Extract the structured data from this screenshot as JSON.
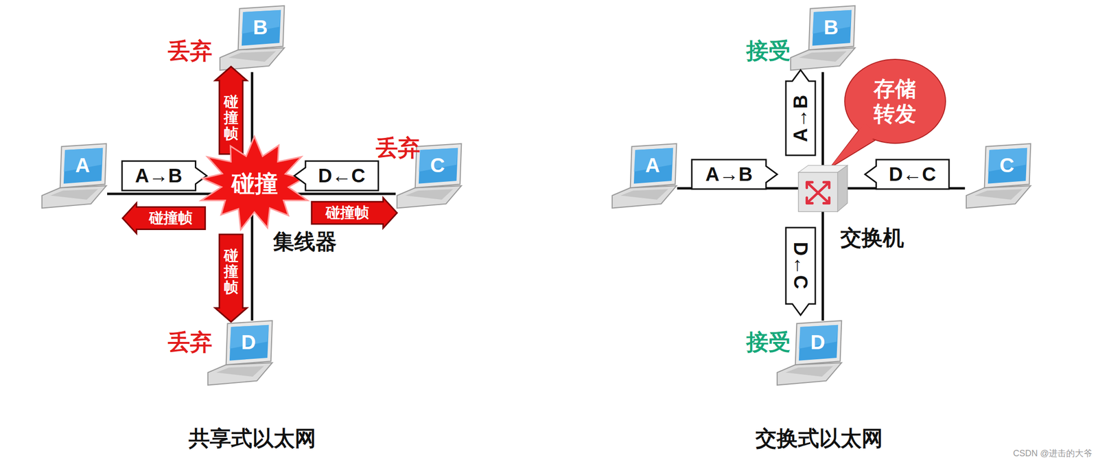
{
  "diagram": {
    "nodes": [
      {
        "text": [
          "B"
        ]
      },
      {
        "text": [
          "碰撞帧"
        ]
      },
      {
        "text": [
          "A"
        ]
      },
      {
        "text": [
          "A→B"
        ]
      },
      {
        "text": [
          "碰撞"
        ]
      },
      {
        "text": [
          "D←C"
        ]
      },
      {
        "text": [
          "C"
        ]
      },
      {
        "text": [
          "碰撞帧"
        ]
      },
      {
        "text": [
          "碰撞帧"
        ]
      },
      {
        "text": [
          "集线器"
        ]
      },
      {
        "text": [
          "碰撞帧"
        ]
      },
      {
        "text": [
          "D"
        ]
      },
      {
        "text": [
          "B"
        ]
      },
      {
        "text": [
          "存储 转发"
        ]
      },
      {
        "text": [
          "A→B"
        ]
      },
      {
        "text": [
          "A"
        ]
      },
      {
        "text": [
          "A→B"
        ]
      },
      {
        "text": [
          "交换机"
        ]
      },
      {
        "text": [
          "D←C"
        ]
      },
      {
        "text": [
          "C"
        ]
      },
      {
        "text": [
          "D←C"
        ]
      },
      {
        "text": [
          "D"
        ]
      }
    ],
    "edges": [
      {
        "from": 0,
        "to": 9,
        "arrow": "none"
      },
      {
        "from": 2,
        "to": 9,
        "arrow": "none"
      },
      {
        "from": 6,
        "to": 9,
        "arrow": "none"
      },
      {
        "from": 11,
        "to": 9,
        "arrow": "none"
      },
      {
        "from": 12,
        "to": 17,
        "arrow": "none"
      },
      {
        "from": 15,
        "to": 17,
        "arrow": "none"
      },
      {
        "from": 19,
        "to": 17,
        "arrow": "none"
      },
      {
        "from": 21,
        "to": 17,
        "arrow": "none"
      }
    ],
    "labels": [
      "丢弃",
      "丢弃",
      "丢弃",
      "接受",
      "接受",
      "共享式以太网",
      "交换式以太网",
      "CSDN @进击的大爷"
    ]
  }
}
